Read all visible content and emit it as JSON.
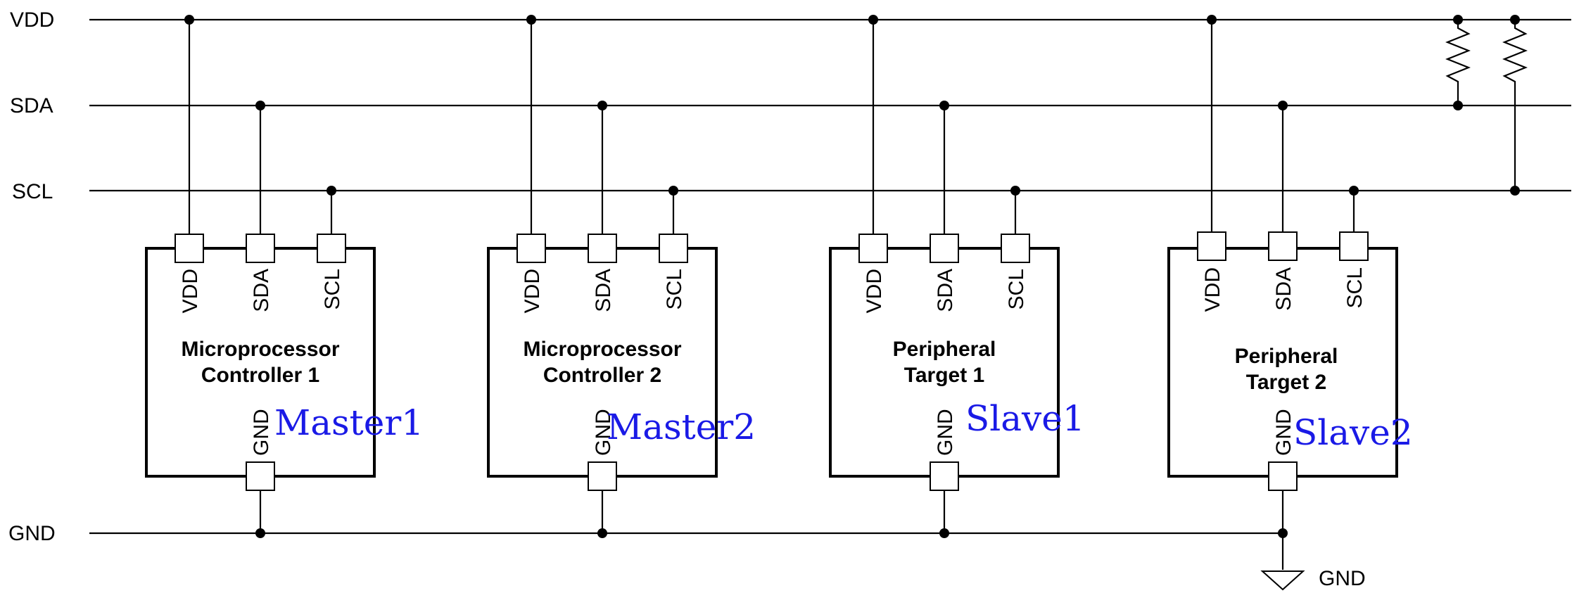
{
  "rails": [
    {
      "id": "vdd",
      "label": "VDD"
    },
    {
      "id": "sda",
      "label": "SDA"
    },
    {
      "id": "scl",
      "label": "SCL"
    },
    {
      "id": "gnd",
      "label": "GND"
    }
  ],
  "devices": [
    {
      "title_line1": "Microprocessor",
      "title_line2": "Controller 1",
      "role": "Master1",
      "pins": [
        "VDD",
        "SDA",
        "SCL"
      ],
      "gnd_pin": "GND"
    },
    {
      "title_line1": "Microprocessor",
      "title_line2": "Controller 2",
      "role": "Master2",
      "pins": [
        "VDD",
        "SDA",
        "SCL"
      ],
      "gnd_pin": "GND"
    },
    {
      "title_line1": "Peripheral",
      "title_line2": "Target 1",
      "role": "Slave1",
      "pins": [
        "VDD",
        "SDA",
        "SCL"
      ],
      "gnd_pin": "GND"
    },
    {
      "title_line1": "Peripheral",
      "title_line2": "Target 2",
      "role": "Slave2",
      "pins": [
        "VDD",
        "SDA",
        "SCL"
      ],
      "gnd_pin": "GND"
    }
  ],
  "ground_symbol": {
    "label": "GND"
  },
  "pull_up_resistors": [
    {
      "from": "VDD",
      "to": "SDA"
    },
    {
      "from": "VDD",
      "to": "SCL"
    }
  ],
  "colors": {
    "wire": "#000000",
    "role_text": "#1a1ae6"
  }
}
